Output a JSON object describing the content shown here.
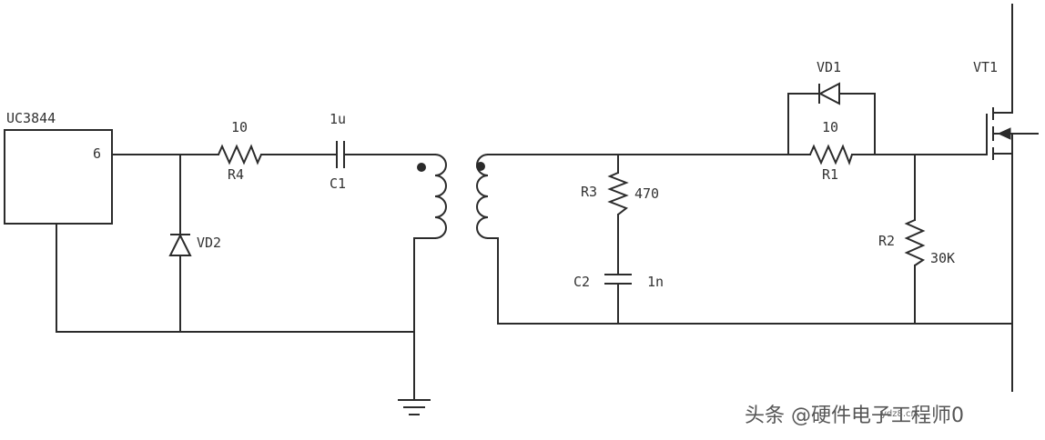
{
  "diagram": {
    "ic": {
      "name": "UC3844",
      "pin": "6"
    },
    "r4": {
      "ref": "R4",
      "value": "10"
    },
    "c1": {
      "ref": "C1",
      "value": "1u"
    },
    "vd2": {
      "ref": "VD2"
    },
    "r3": {
      "ref": "R3",
      "value": "470"
    },
    "c2": {
      "ref": "C2",
      "value": "1n"
    },
    "vd1": {
      "ref": "VD1"
    },
    "r1": {
      "ref": "R1",
      "value": "10"
    },
    "r2": {
      "ref": "R2",
      "value": "30K"
    },
    "vt1": {
      "ref": "VT1"
    }
  },
  "watermark": {
    "text": "头条 @硬件电子工程师0",
    "overlay": "ydz8.cn"
  },
  "colors": {
    "line": "#2b2b2b",
    "text": "#333333",
    "watermark": "#555555"
  }
}
